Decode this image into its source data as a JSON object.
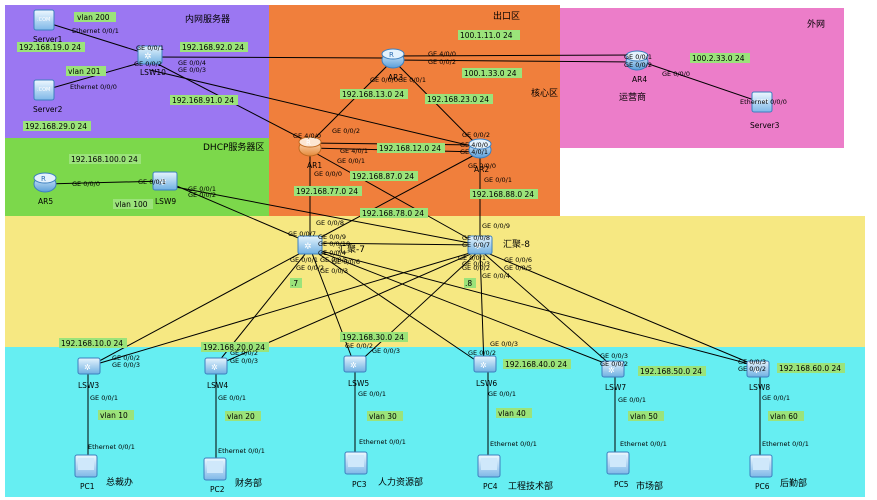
{
  "colors": {
    "intranet": "#9b77f2",
    "egress": "#f07f3c",
    "internet": "#ec7dc9",
    "dhcp": "#7cd84b",
    "aggregation": "#f6e882",
    "access": "#66eef2",
    "label_bg": "#9be37a",
    "link": "#000000"
  },
  "zones": [
    {
      "id": "intranet",
      "title": "内网服务器"
    },
    {
      "id": "egress",
      "title": "出口区"
    },
    {
      "id": "core",
      "title": "核心区"
    },
    {
      "id": "internet",
      "title": "外网"
    },
    {
      "id": "dhcp",
      "title": "DHCP服务器区"
    },
    {
      "id": "isp",
      "title": "运营商"
    }
  ],
  "devices": [
    {
      "id": "server1",
      "name": "Server1",
      "icon": "server-icon"
    },
    {
      "id": "server2",
      "name": "Server2",
      "icon": "server-icon"
    },
    {
      "id": "lsw10",
      "name": "LSW10",
      "icon": "switch-icon"
    },
    {
      "id": "ar3",
      "name": "AR3",
      "icon": "router-icon"
    },
    {
      "id": "ar4",
      "name": "AR4",
      "icon": "router-icon"
    },
    {
      "id": "server3",
      "name": "Server3",
      "icon": "server-icon"
    },
    {
      "id": "ar1",
      "name": "AR1",
      "icon": "router-icon"
    },
    {
      "id": "ar2",
      "name": "AR2",
      "icon": "router-icon"
    },
    {
      "id": "ar5",
      "name": "AR5",
      "icon": "router-icon"
    },
    {
      "id": "lsw9",
      "name": "LSW9",
      "icon": "switch-icon"
    },
    {
      "id": "agg7",
      "name": "汇聚-7",
      "icon": "switch-icon"
    },
    {
      "id": "agg8",
      "name": "汇聚-8",
      "icon": "switch-icon"
    },
    {
      "id": "lsw3",
      "name": "LSW3",
      "icon": "switch-icon"
    },
    {
      "id": "lsw4",
      "name": "LSW4",
      "icon": "switch-icon"
    },
    {
      "id": "lsw5",
      "name": "LSW5",
      "icon": "switch-icon"
    },
    {
      "id": "lsw6",
      "name": "LSW6",
      "icon": "switch-icon"
    },
    {
      "id": "lsw7",
      "name": "LSW7",
      "icon": "switch-icon"
    },
    {
      "id": "lsw8",
      "name": "LSW8",
      "icon": "switch-icon"
    },
    {
      "id": "pc1",
      "name": "PC1",
      "icon": "pc-icon"
    },
    {
      "id": "pc2",
      "name": "PC2",
      "icon": "pc-icon"
    },
    {
      "id": "pc3",
      "name": "PC3",
      "icon": "pc-icon"
    },
    {
      "id": "pc4",
      "name": "PC4",
      "icon": "pc-icon"
    },
    {
      "id": "pc5",
      "name": "PC5",
      "icon": "pc-icon"
    },
    {
      "id": "pc6",
      "name": "PC6",
      "icon": "pc-icon"
    }
  ],
  "departments": [
    "总裁办",
    "财务部",
    "人力资源部",
    "工程技术部",
    "市场部",
    "后勤部"
  ],
  "vlans": [
    "vlan 10",
    "vlan 20",
    "vlan 30",
    "vlan 40",
    "vlan 50",
    "vlan 60"
  ],
  "server_vlans": [
    "vlan 200",
    "vlan 201"
  ],
  "dhcp_vlan": "vlan 100",
  "networks": {
    "server1": "192.168.19.0 24",
    "server2": "192.168.29.0 24",
    "lsw10_ar3": "192.168.92.0 24",
    "lsw10_ar1": "192.168.91.0 24",
    "ar3_isp": "100.1.11.0 24",
    "ar3_ar4": "100.1.33.0 24",
    "ar4_server3": "100.2.33.0 24",
    "ar3_ar1": "192.168.13.0 24",
    "ar3_ar2": "192.168.23.0 24",
    "ar1_ar2": "192.168.12.0 24",
    "ar5_lsw9": "192.168.100.0 24",
    "ar1_agg7": "192.168.77.0 24",
    "ar1_agg8": "192.168.87.0 24",
    "ar2_agg7": "192.168.78.0 24",
    "ar2_agg8": "192.168.88.0 24",
    "vlan10": "192.168.10.0 24",
    "vlan20": "192.168.20.0 24",
    "vlan30": "192.168.30.0 24",
    "vlan40": "192.168.40.0 24",
    "vlan50": "192.168.50.0 24",
    "vlan60": "192.168.60.0 24",
    "vrrp7": ".7",
    "vrrp8": ".8"
  },
  "ports": {
    "s1_eth": "Ethernet 0/0/1",
    "s2_eth": "Ethernet 0/0/0",
    "lsw10_g1": "GE 0/0/1",
    "lsw10_g2": "GE 0/0/2",
    "lsw10_g4": "GE 0/0/4",
    "lsw10_g3": "GE 0/0/3",
    "ar3_g40": "GE 4/0/0",
    "ar3_g02": "GE 0/0/2",
    "ar3_g00": "GE 0/0/0",
    "ar3_g01": "GE 0/0/1",
    "ar4_g01": "GE 0/0/1",
    "ar4_g02": "GE 0/0/2",
    "ar4_g00": "GE 0/0/0",
    "server3_eth": "Ethernet 0/0/0",
    "ar1_g40": "GE 4/0/0",
    "ar1_g02": "GE 0/0/2",
    "ar1_g41": "GE 4/0/1",
    "ar1_g01": "GE 0/0/1",
    "ar1_g00": "GE 0/0/0",
    "ar2_g02": "GE 0/0/2",
    "ar2_g40": "GE 4/0/0",
    "ar2_g41": "GE 4/0/1",
    "ar2_g00": "GE 0/0/0",
    "ar2_g01": "GE 0/0/1",
    "ar5_g00": "GE 0/0/0",
    "lsw9_g1": "GE 0/0/1",
    "lsw9_g1b": "GE 0/0/1",
    "lsw9_g2": "GE 0/0/2",
    "agg7_g8": "GE 0/0/8",
    "agg7_g9": "GE 0/0/9",
    "agg7_g7": "GE 0/0/7",
    "agg7_g10": "GE 0/0/10",
    "agg7_g1": "GE 0/0/1",
    "agg7_g4": "GE 0/0/4",
    "agg7_g2": "GE 0/0/2",
    "agg7_g5": "GE 0/0/5",
    "agg7_g3": "GE 0/0/3",
    "agg7_g6": "GE 0/0/6",
    "agg8_g9": "GE 0/0/9",
    "agg8_g8": "GE 0/0/8",
    "agg8_g7": "GE 0/0/7",
    "agg8_g1": "GE 0/0/1",
    "agg8_g2": "GE 0/0/2",
    "agg8_g3": "GE 0/0/3",
    "agg8_g6": "GE 0/0/6",
    "agg8_g5": "GE 0/0/5",
    "agg8_g4": "GE 0/0/4",
    "lsw3_g2": "GE 0/0/2",
    "lsw3_g3": "GE 0/0/3",
    "lsw4_g2": "GE 0/0/2",
    "lsw4_g3": "GE 0/0/3",
    "lsw5_g2": "GE 0/0/2",
    "lsw5_g3": "GE 0/0/3",
    "lsw6_g2": "GE 0/0/2",
    "lsw6_g3": "GE 0/0/3",
    "lsw7_g3": "GE 0/0/3",
    "lsw7_g2": "GE 0/0/2",
    "lsw8_g3": "GE 0/0/3",
    "lsw8_g2": "GE 0/0/2",
    "access_up": "GE 0/0/1",
    "pc_eth": "Ethernet 0/0/1"
  }
}
